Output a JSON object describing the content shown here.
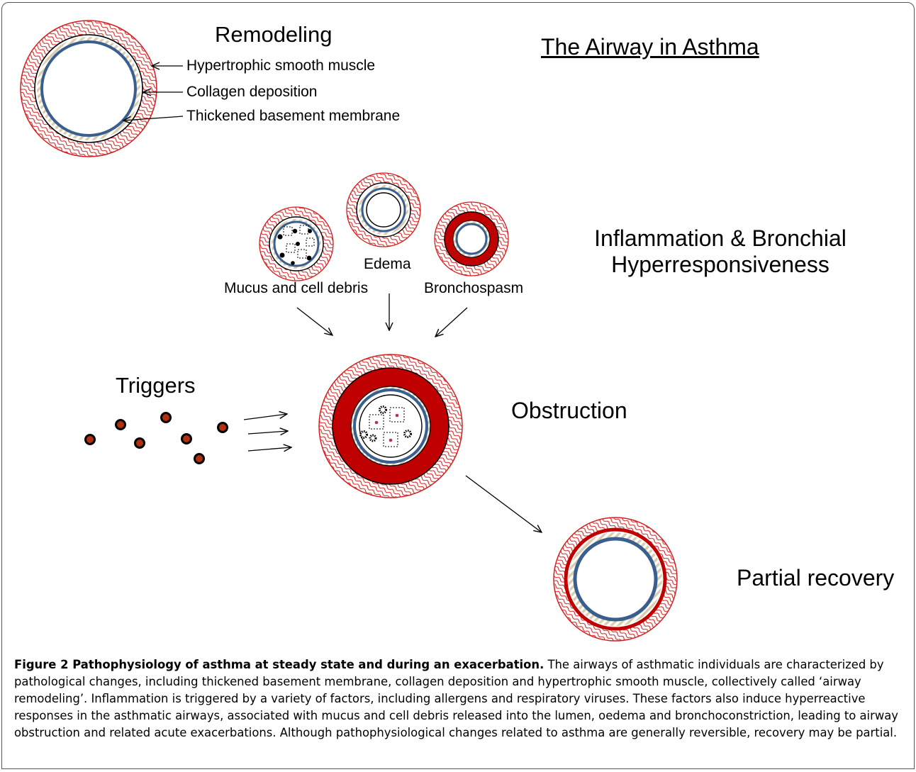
{
  "title": "The Airway in Asthma",
  "remodeling": {
    "heading": "Remodeling",
    "labels": [
      "Hypertrophic smooth muscle",
      "Collagen deposition",
      "Thickened basement membrane"
    ]
  },
  "inflammation": {
    "heading_line1": "Inflammation & Bronchial",
    "heading_line2": "Hyperresponsiveness",
    "mucus_label": "Mucus and cell debris",
    "edema_label": "Edema",
    "bronchospasm_label": "Bronchospasm"
  },
  "triggers_label": "Triggers",
  "obstruction_label": "Obstruction",
  "recovery_label": "Partial recovery",
  "caption": {
    "lead": "Figure 2 Pathophysiology of asthma at steady state and during an exacerbation.",
    "body": "The airways of asthmatic individuals are characterized by pathological changes, including thickened basement membrane, collagen deposition and hypertrophic smooth muscle, collectively called ‘airway remodeling’. Inflammation is triggered by a variety of factors, including allergens and respiratory viruses. These factors also induce hyperreactive responses in the asthmatic airways, associated with mucus and cell debris released into the lumen, oedema and bronchoconstriction, leading to airway obstruction and related acute exacerbations. Although pathophysiological changes related to asthma are generally reversible, recovery may be partial."
  },
  "colors": {
    "muscle_red": "#c00000",
    "membrane_blue": "#3a5f8f",
    "collagen_tan": "#d9cfb0",
    "hatch_red": "#d42020",
    "trigger_fill": "#b03010"
  }
}
